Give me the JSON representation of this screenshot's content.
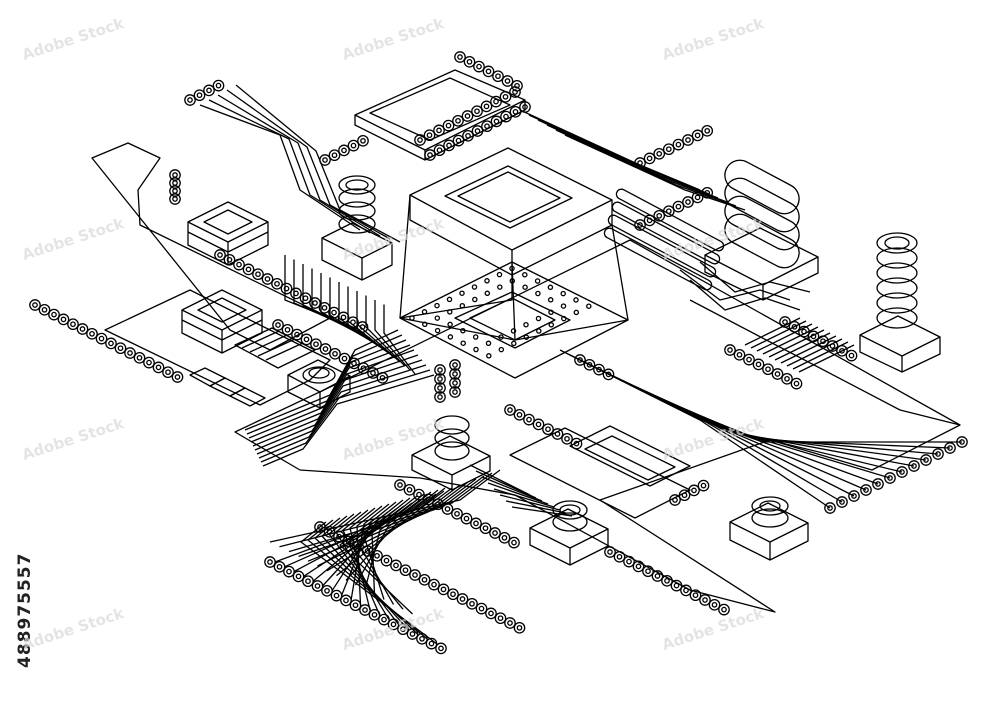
{
  "image": {
    "stock_id": "488975557",
    "watermark_text": "Adobe Stock",
    "colors": {
      "background": "#ffffff",
      "line": "#000000"
    }
  },
  "illustration": {
    "subject": "isometric-circuit-board-line-art",
    "components": [
      "cpu-chip",
      "bga-pad-grid",
      "memory-module",
      "coil-inductor",
      "capacitor",
      "crystal-oscillator",
      "smd-chip",
      "trace-bus",
      "via-pad-row"
    ]
  }
}
